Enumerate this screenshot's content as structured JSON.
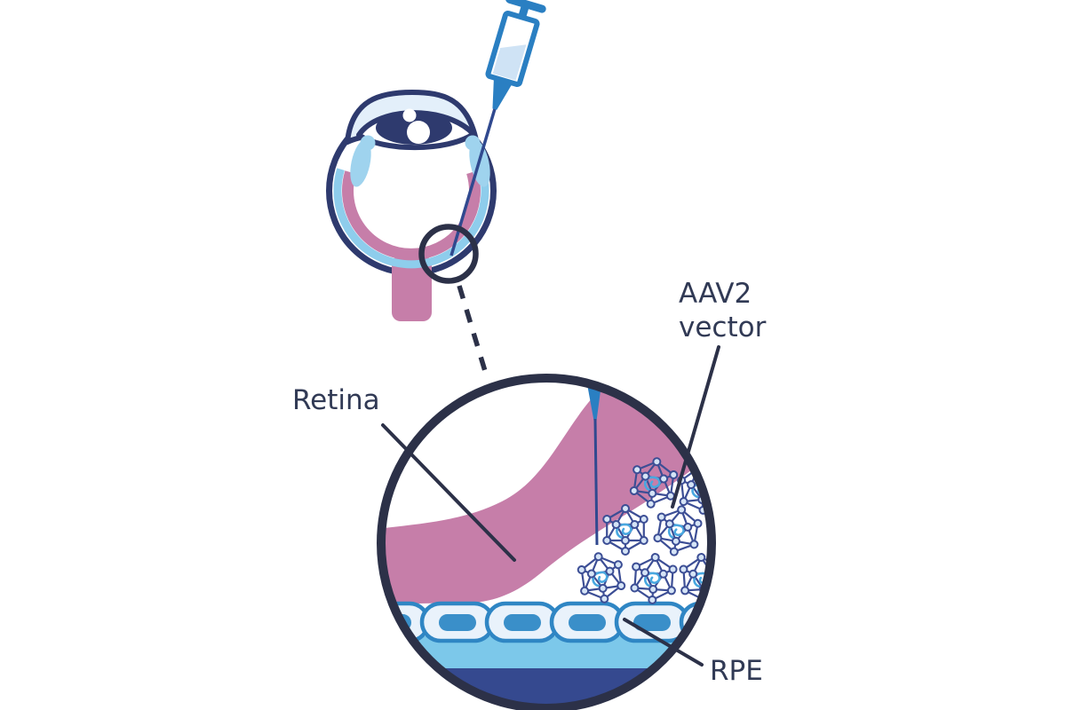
{
  "diagram": {
    "kind": "gene-therapy-subretinal-injection-illustration",
    "labels": {
      "retina": "Retina",
      "aav2_line1": "AAV2",
      "aav2_line2": "vector",
      "rpe": "RPE"
    },
    "icons": {
      "eye": "eye-cross-section-icon",
      "syringe": "syringe-icon",
      "injection_site": "magnifier-circle-icon",
      "aav_particle": "icosahedral-capsid-icon",
      "rpe_cell": "epithelial-cell-icon"
    },
    "counts": {
      "aav_particles": 7,
      "rpe_cells": 6
    },
    "colors": {
      "ink_dark": "#2c3148",
      "outline_navy": "#2e3a6e",
      "retina_pink": "#c67ea9",
      "syringe_blue": "#2a7fc2",
      "liquid_blue": "#cfe3f5",
      "eye_light_blue": "#8ecdec",
      "ciliary_blue": "#9fd3ee",
      "cornea_fill": "#e3effa",
      "choroid_band_blue": "#7cc8ea",
      "sclera_navy": "#35498f",
      "cell_fill": "#e9f2fb",
      "cell_stroke": "#2f86c4",
      "nucleus_blue": "#3a8fc9",
      "capsid_line": "#3c4e95",
      "capsid_fill": "#eef4fb",
      "genome_blue": "#49a8e0"
    }
  }
}
